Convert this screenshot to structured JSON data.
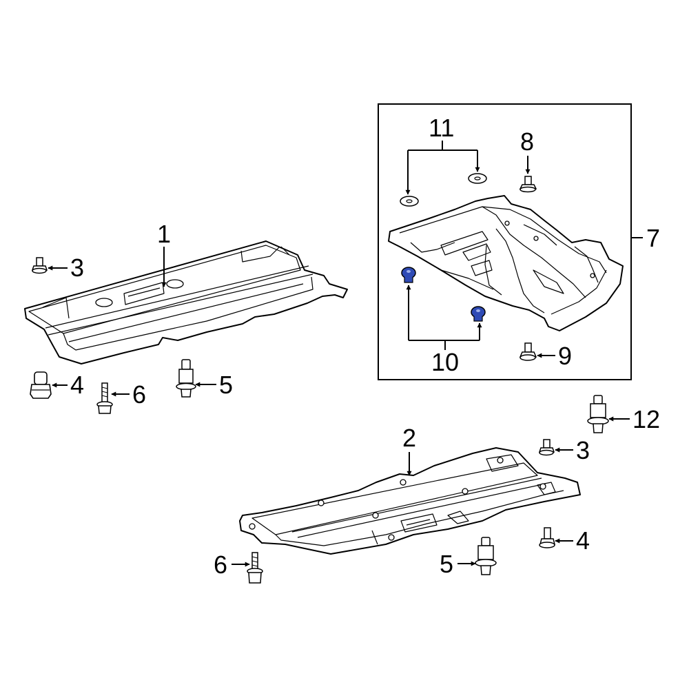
{
  "diagram": {
    "callouts": {
      "c1": "1",
      "c2": "2",
      "c3a": "3",
      "c3b": "3",
      "c4a": "4",
      "c4b": "4",
      "c5a": "5",
      "c5b": "5",
      "c6a": "6",
      "c6b": "6",
      "c7": "7",
      "c8": "8",
      "c9": "9",
      "c10": "10",
      "c11": "11",
      "c12": "12"
    },
    "colors": {
      "line": "#000000",
      "background": "#ffffff",
      "highlight": "#2f4bb5"
    }
  }
}
